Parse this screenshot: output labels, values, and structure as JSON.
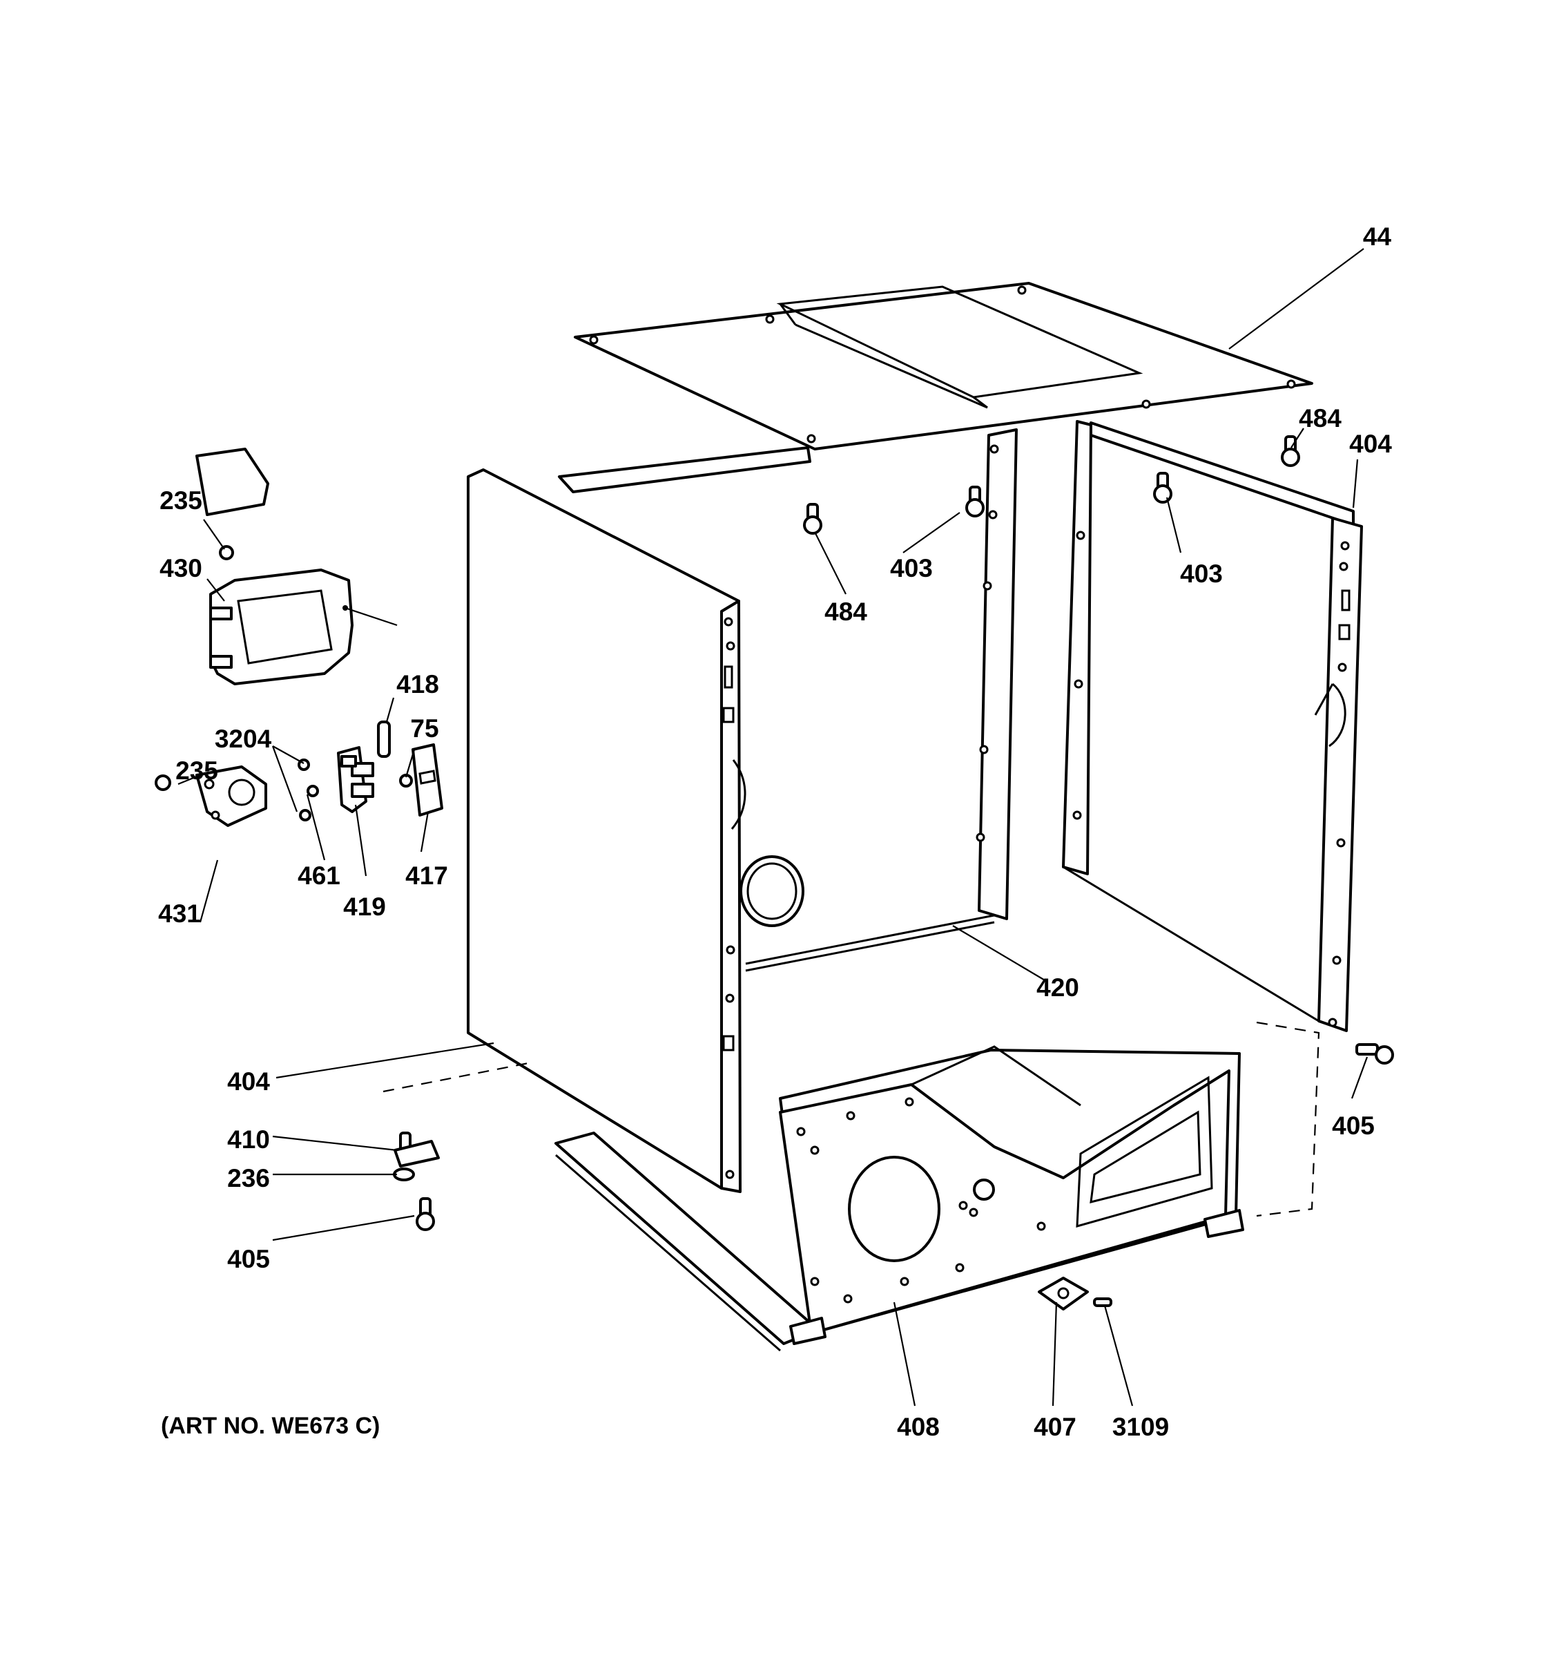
{
  "art_number": "(ART NO. WE673 C)",
  "callouts": {
    "c44": "44",
    "c484_top": "484",
    "c404_right": "404",
    "c403_mid": "403",
    "c403_right": "403",
    "c484_mid": "484",
    "c235_top": "235",
    "c430": "430",
    "c418": "418",
    "c75": "75",
    "c3204": "3204",
    "c235_mid": "235",
    "c431": "431",
    "c461": "461",
    "c419": "419",
    "c417": "417",
    "c420": "420",
    "c404_left": "404",
    "c405_right": "405",
    "c410": "410",
    "c236": "236",
    "c405_left": "405",
    "c408": "408",
    "c407": "407",
    "c3109": "3109"
  }
}
